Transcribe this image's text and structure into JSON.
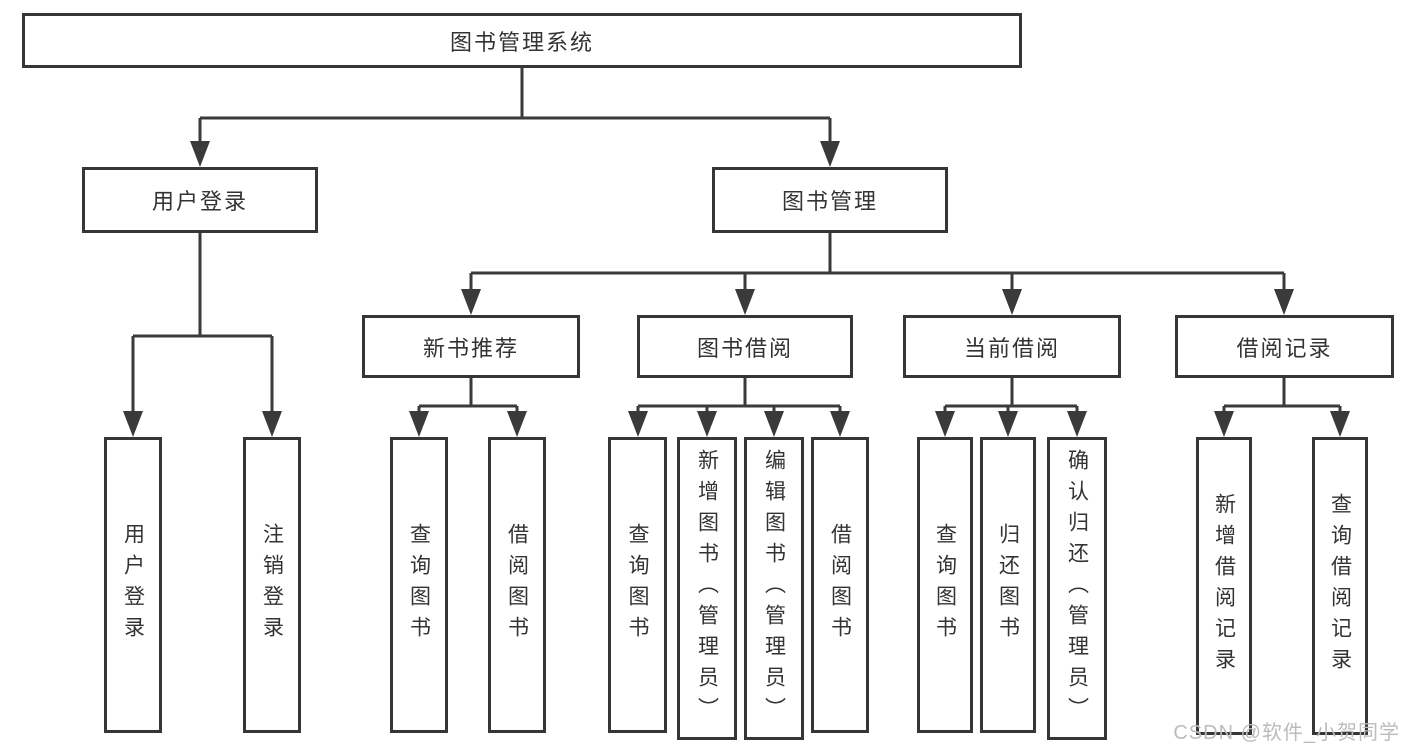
{
  "tree": {
    "label": "图书管理系统",
    "children": [
      {
        "label": "用户登录",
        "children": [
          {
            "label": "用户登录"
          },
          {
            "label": "注销登录"
          }
        ]
      },
      {
        "label": "图书管理",
        "children": [
          {
            "label": "新书推荐",
            "children": [
              {
                "label": "查询图书"
              },
              {
                "label": "借阅图书"
              }
            ]
          },
          {
            "label": "图书借阅",
            "children": [
              {
                "label": "查询图书"
              },
              {
                "label": "新增图书（管理员）"
              },
              {
                "label": "编辑图书（管理员）"
              },
              {
                "label": "借阅图书"
              }
            ]
          },
          {
            "label": "当前借阅",
            "children": [
              {
                "label": "查询图书"
              },
              {
                "label": "归还图书"
              },
              {
                "label": "确认归还（管理员）"
              }
            ]
          },
          {
            "label": "借阅记录",
            "children": [
              {
                "label": "新增借阅记录"
              },
              {
                "label": "查询借阅记录"
              }
            ]
          }
        ]
      }
    ]
  },
  "watermark": {
    "text": "CSDN @软件_小贺同学"
  },
  "colors": {
    "line": "#3a3a3a",
    "box_border": "#363636",
    "text": "#333333",
    "watermark": "#bcbcbc",
    "background": "#ffffff"
  }
}
